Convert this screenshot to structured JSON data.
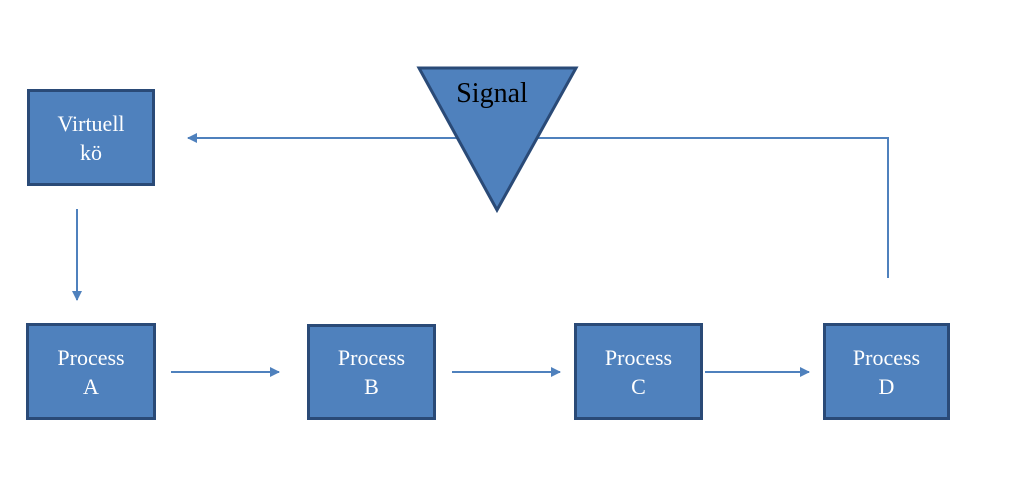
{
  "diagram": {
    "nodes": {
      "virtual_queue": {
        "line1": "Virtuell",
        "line2": "kö"
      },
      "process_a": {
        "line1": "Process",
        "line2": "A"
      },
      "process_b": {
        "line1": "Process",
        "line2": "B"
      },
      "process_c": {
        "line1": "Process",
        "line2": "C"
      },
      "process_d": {
        "line1": "Process",
        "line2": "D"
      }
    },
    "signal": {
      "label": "Signal"
    },
    "colors": {
      "box_fill": "#4f81bd",
      "box_border": "#2a4a77",
      "connector": "#4f81bd",
      "box_text": "#ffffff",
      "signal_text": "#000000"
    }
  }
}
